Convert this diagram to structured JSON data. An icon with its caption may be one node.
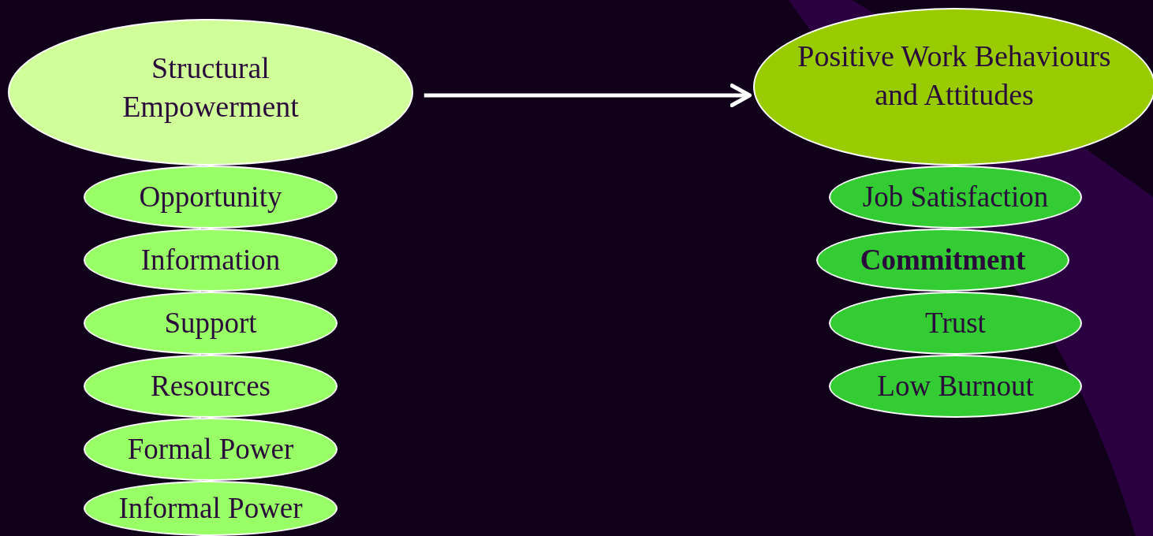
{
  "diagram": {
    "nodes": [
      {
        "text": [
          "Structural Empowerment"
        ]
      },
      {
        "text": [
          "Opportunity"
        ]
      },
      {
        "text": [
          "Information"
        ]
      },
      {
        "text": [
          "Support"
        ]
      },
      {
        "text": [
          "Resources"
        ]
      },
      {
        "text": [
          "Formal Power"
        ]
      },
      {
        "text": [
          "Informal Power"
        ]
      },
      {
        "text": [
          "Positive Work Behaviours and Attitudes"
        ]
      },
      {
        "text": [
          "Job Satisfaction"
        ]
      },
      {
        "text": [
          "Commitment"
        ]
      },
      {
        "text": [
          "Trust"
        ]
      },
      {
        "text": [
          "Low Burnout"
        ]
      }
    ],
    "edges": [
      {
        "from": 0,
        "to": 7,
        "arrow": "to"
      }
    ]
  }
}
